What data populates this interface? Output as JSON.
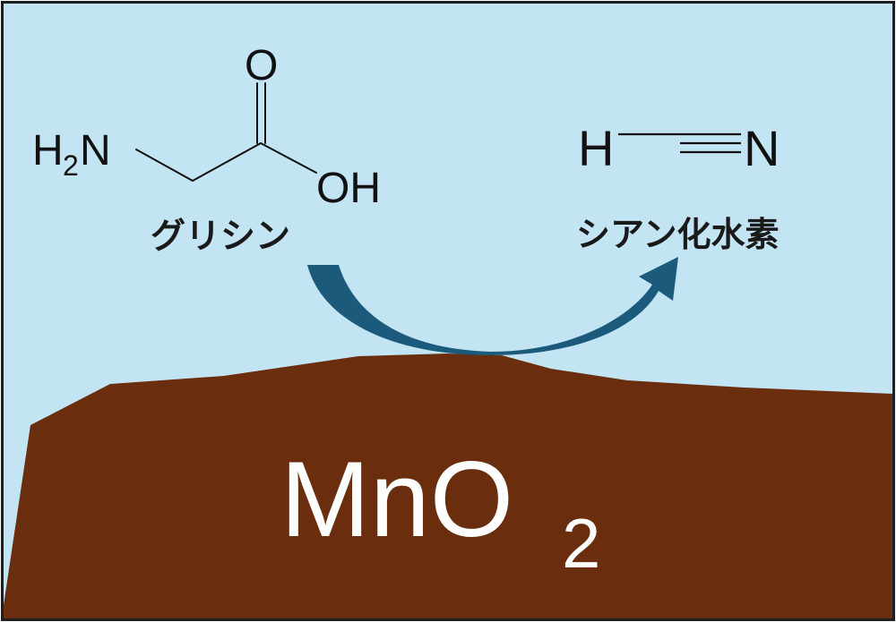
{
  "colors": {
    "sky": "#c3e5f3",
    "ground": "#6a2d0e",
    "frame": "#1f1f1f",
    "arrow": "#1c5a7c",
    "bond": "#111111",
    "formula_text": "#ffffff"
  },
  "glycine": {
    "name_label": "グリシン",
    "atom_h": "H",
    "atom_h_subscript": "2",
    "atom_n": "N",
    "atom_o": "O",
    "atom_oh": "OH"
  },
  "hydrogen_cyanide": {
    "name_label": "シアン化水素",
    "atom_h": "H",
    "atom_n": "N"
  },
  "surface": {
    "formula_main": "MnO",
    "formula_subscript": "2"
  }
}
